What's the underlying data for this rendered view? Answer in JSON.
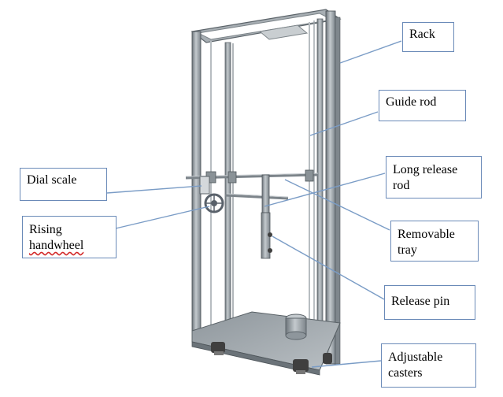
{
  "labels": {
    "rack": "Rack",
    "guide_rod": "Guide rod",
    "long_release_rod_line1": "Long release",
    "long_release_rod_line2": "rod",
    "dial_scale": "Dial scale",
    "rising_handwheel_line1": "Rising",
    "rising_handwheel_line2": "handwheel",
    "removable_tray_line1": "Removable",
    "removable_tray_line2": "tray",
    "release_pin": "Release pin",
    "adjustable_casters_line1": "Adjustable",
    "adjustable_casters_line2": "casters"
  },
  "colors": {
    "leader_line": "#7a9cc6",
    "callout_border": "#6a8ab8",
    "frame_metal": "#9aa2a8",
    "frame_dark": "#5c646a"
  }
}
